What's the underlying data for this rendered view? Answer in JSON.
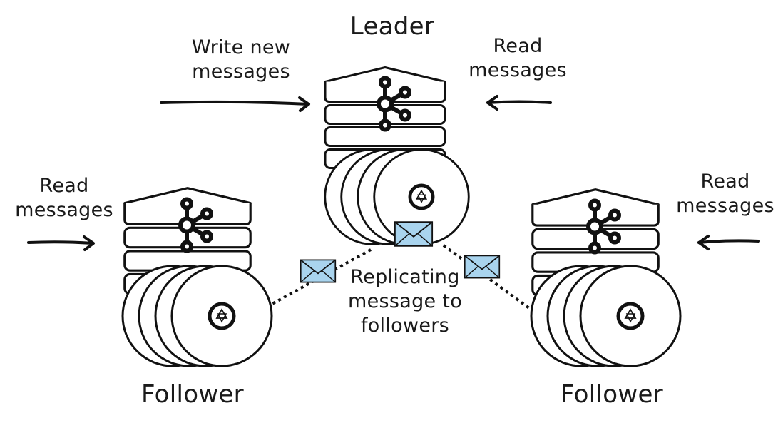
{
  "labels": {
    "leader": "Leader",
    "follower_left": "Follower",
    "follower_right": "Follower",
    "write_line1": "Write new",
    "write_line2": "messages",
    "read_leader_line1": "Read",
    "read_leader_line2": "messages",
    "read_left_line1": "Read",
    "read_left_line2": "messages",
    "read_right_line1": "Read",
    "read_right_line2": "messages",
    "replicating_line1": "Replicating",
    "replicating_line2": "message to",
    "replicating_line3": "followers"
  },
  "colors": {
    "ink": "#111111",
    "envelope": "#a9d4ee"
  },
  "icons": {
    "broker_logo": "kafka-logo-icon",
    "envelope": "envelope-icon",
    "arrow": "arrow-icon"
  }
}
